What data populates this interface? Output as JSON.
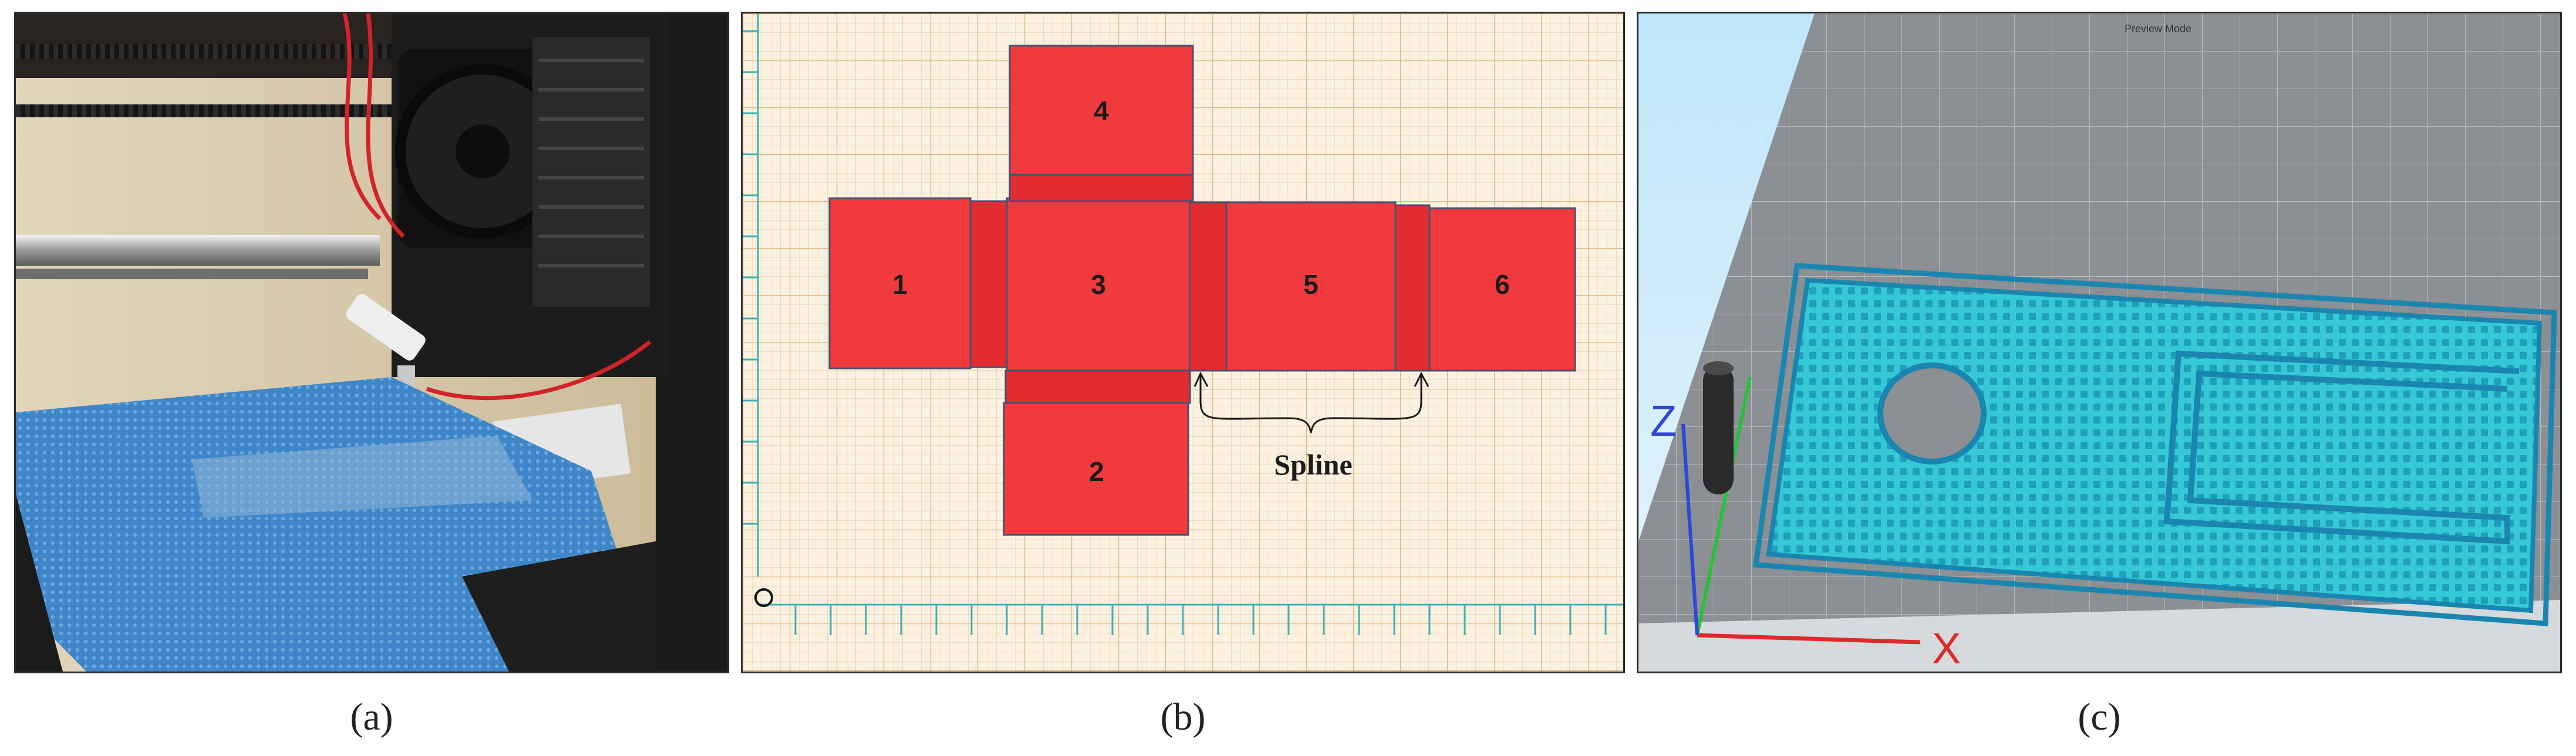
{
  "captions": {
    "a": "(a)",
    "b": "(b)",
    "c": "(c)"
  },
  "panel_b": {
    "faces": [
      "1",
      "2",
      "3",
      "4",
      "5",
      "6"
    ],
    "annotation": "Spline",
    "colors": {
      "face": "#f13a3e",
      "tab": "#e22c32",
      "edge": "#4b4f72",
      "grid_minor": "#ecd2b2",
      "grid_major": "#e0b98a",
      "ruler": "#3fb2b0"
    }
  },
  "panel_c": {
    "mode": "Preview Mode",
    "axes": {
      "z": "Z",
      "x": "X"
    },
    "colors": {
      "plate": "#36c8d6",
      "plate_edge": "#1a86b0",
      "bed": "#8c8f93",
      "sky": "#bfe6fb"
    }
  },
  "panel_a": {
    "colors": {
      "fabric": "#3f86c8",
      "frame": "#1d1d1d",
      "wall": "#d9c9ac"
    }
  }
}
